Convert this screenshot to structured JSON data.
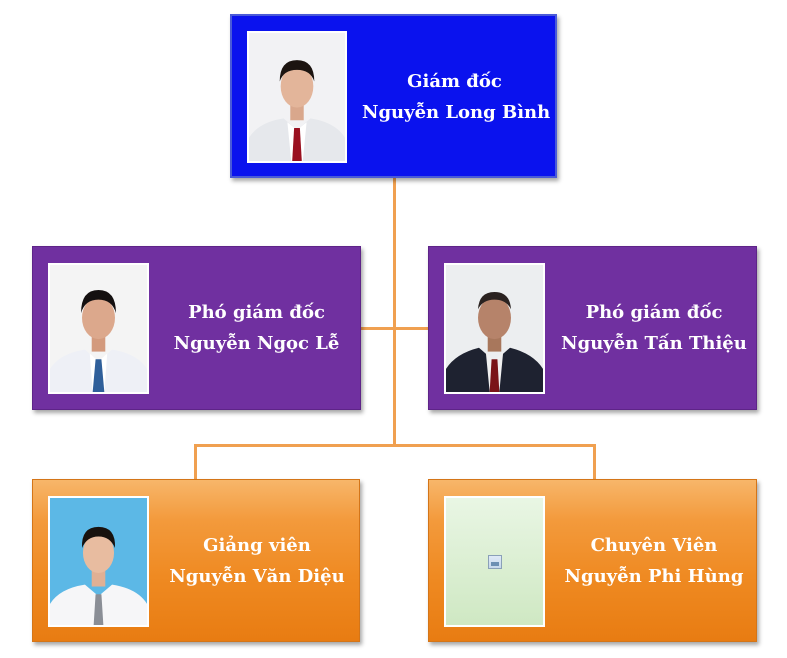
{
  "director": {
    "title": "Giám đốc",
    "name": "Nguyễn Long Bình"
  },
  "deputy_left": {
    "title": "Phó giám đốc",
    "name": "Nguyễn Ngọc Lễ"
  },
  "deputy_right": {
    "title": "Phó giám đốc",
    "name": "Nguyễn Tấn Thiệu"
  },
  "lecturer": {
    "title": "Giảng viên",
    "name": "Nguyễn Văn Diệu"
  },
  "specialist": {
    "title": "Chuyên Viên",
    "name": "Nguyễn Phi Hùng"
  },
  "colors": {
    "director_box": "#0a12ee",
    "deputy_box": "#7030a0",
    "staff_box": "#ef8a22",
    "connector": "#f0a050"
  }
}
